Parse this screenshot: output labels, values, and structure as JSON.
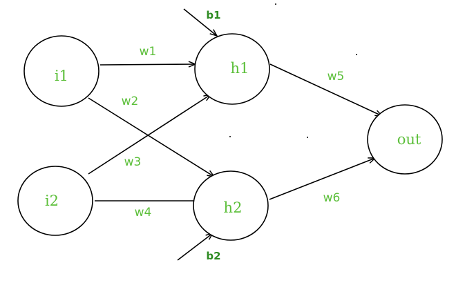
{
  "colors": {
    "node_label": "#5cbf3a",
    "weight_label": "#5cbf3a",
    "bias_label": "#2e8b22",
    "stroke": "#000000"
  },
  "nodes": {
    "i1": "i1",
    "i2": "i2",
    "h1": "h1",
    "h2": "h2",
    "out": "out"
  },
  "weights": {
    "w1": "w1",
    "w2": "w2",
    "w3": "w3",
    "w4": "w4",
    "w5": "w5",
    "w6": "w6"
  },
  "biases": {
    "b1": "b1",
    "b2": "b2"
  }
}
